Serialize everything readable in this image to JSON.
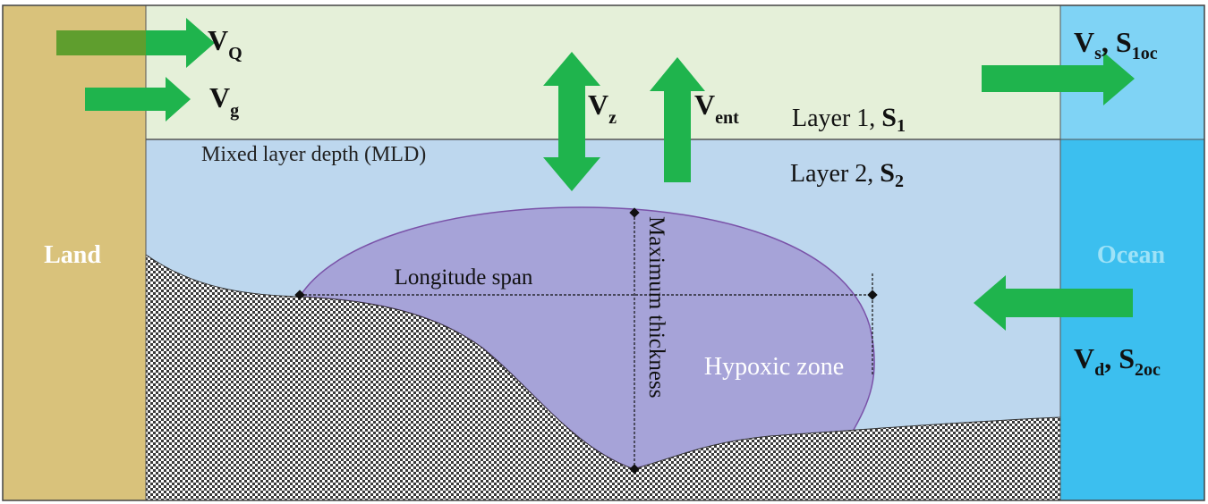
{
  "labels": {
    "land": "Land",
    "ocean": "Ocean",
    "mld": "Mixed layer depth (MLD)",
    "layer1_prefix": "Layer 1, ",
    "layer1_var": "S",
    "layer1_sub": "1",
    "layer2_prefix": "Layer 2, ",
    "layer2_var": "S",
    "layer2_sub": "2",
    "longitude_span": "Longitude span",
    "maximum_thickness": "Maximum thickness",
    "hypoxic_zone": "Hypoxic zone"
  },
  "fluxes": {
    "vq": {
      "main": "V",
      "sub": "Q"
    },
    "vg": {
      "main": "V",
      "sub": "g"
    },
    "vz": {
      "main": "V",
      "sub": "z"
    },
    "vent": {
      "main": "V",
      "sub": "ent"
    },
    "vs": {
      "main": "V",
      "sub": "s",
      "sep": ", ",
      "main2": "S",
      "sub2": "1oc"
    },
    "vd": {
      "main": "V",
      "sub": "d",
      "sep": ", ",
      "main2": "S",
      "sub2": "2oc"
    }
  },
  "colors": {
    "land": "#d9c27b",
    "layer1": "#e5f0d9",
    "layer2": "#bdd7ee",
    "ocean_upper": "#7fd3f5",
    "ocean_lower": "#3cbfef",
    "hypoxic": "#a6a3d8",
    "hypoxic_edge": "#7a52a8",
    "arrow": "#1fb44d",
    "arrow_dark": "#5f9e2e",
    "seabed": "#3a3a3a"
  }
}
